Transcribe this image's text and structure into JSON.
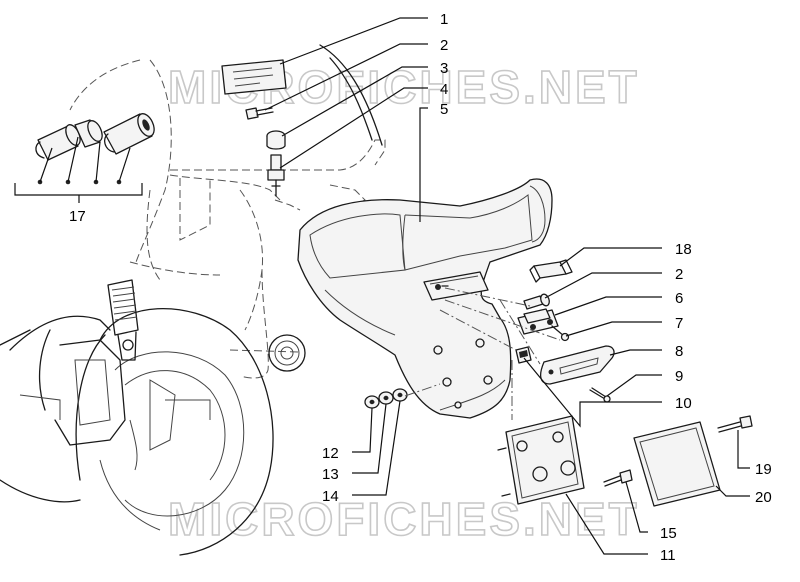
{
  "watermark": "MICROFICHES.NET",
  "callouts": {
    "c1": "1",
    "c2": "2",
    "c3": "3",
    "c4": "4",
    "c5": "5",
    "c17": "17",
    "c18": "18",
    "c2b": "2",
    "c6": "6",
    "c7": "7",
    "c8": "8",
    "c9": "9",
    "c10": "10",
    "c12": "12",
    "c13": "13",
    "c14": "14",
    "c11": "11",
    "c15": "15",
    "c19": "19",
    "c20": "20"
  }
}
